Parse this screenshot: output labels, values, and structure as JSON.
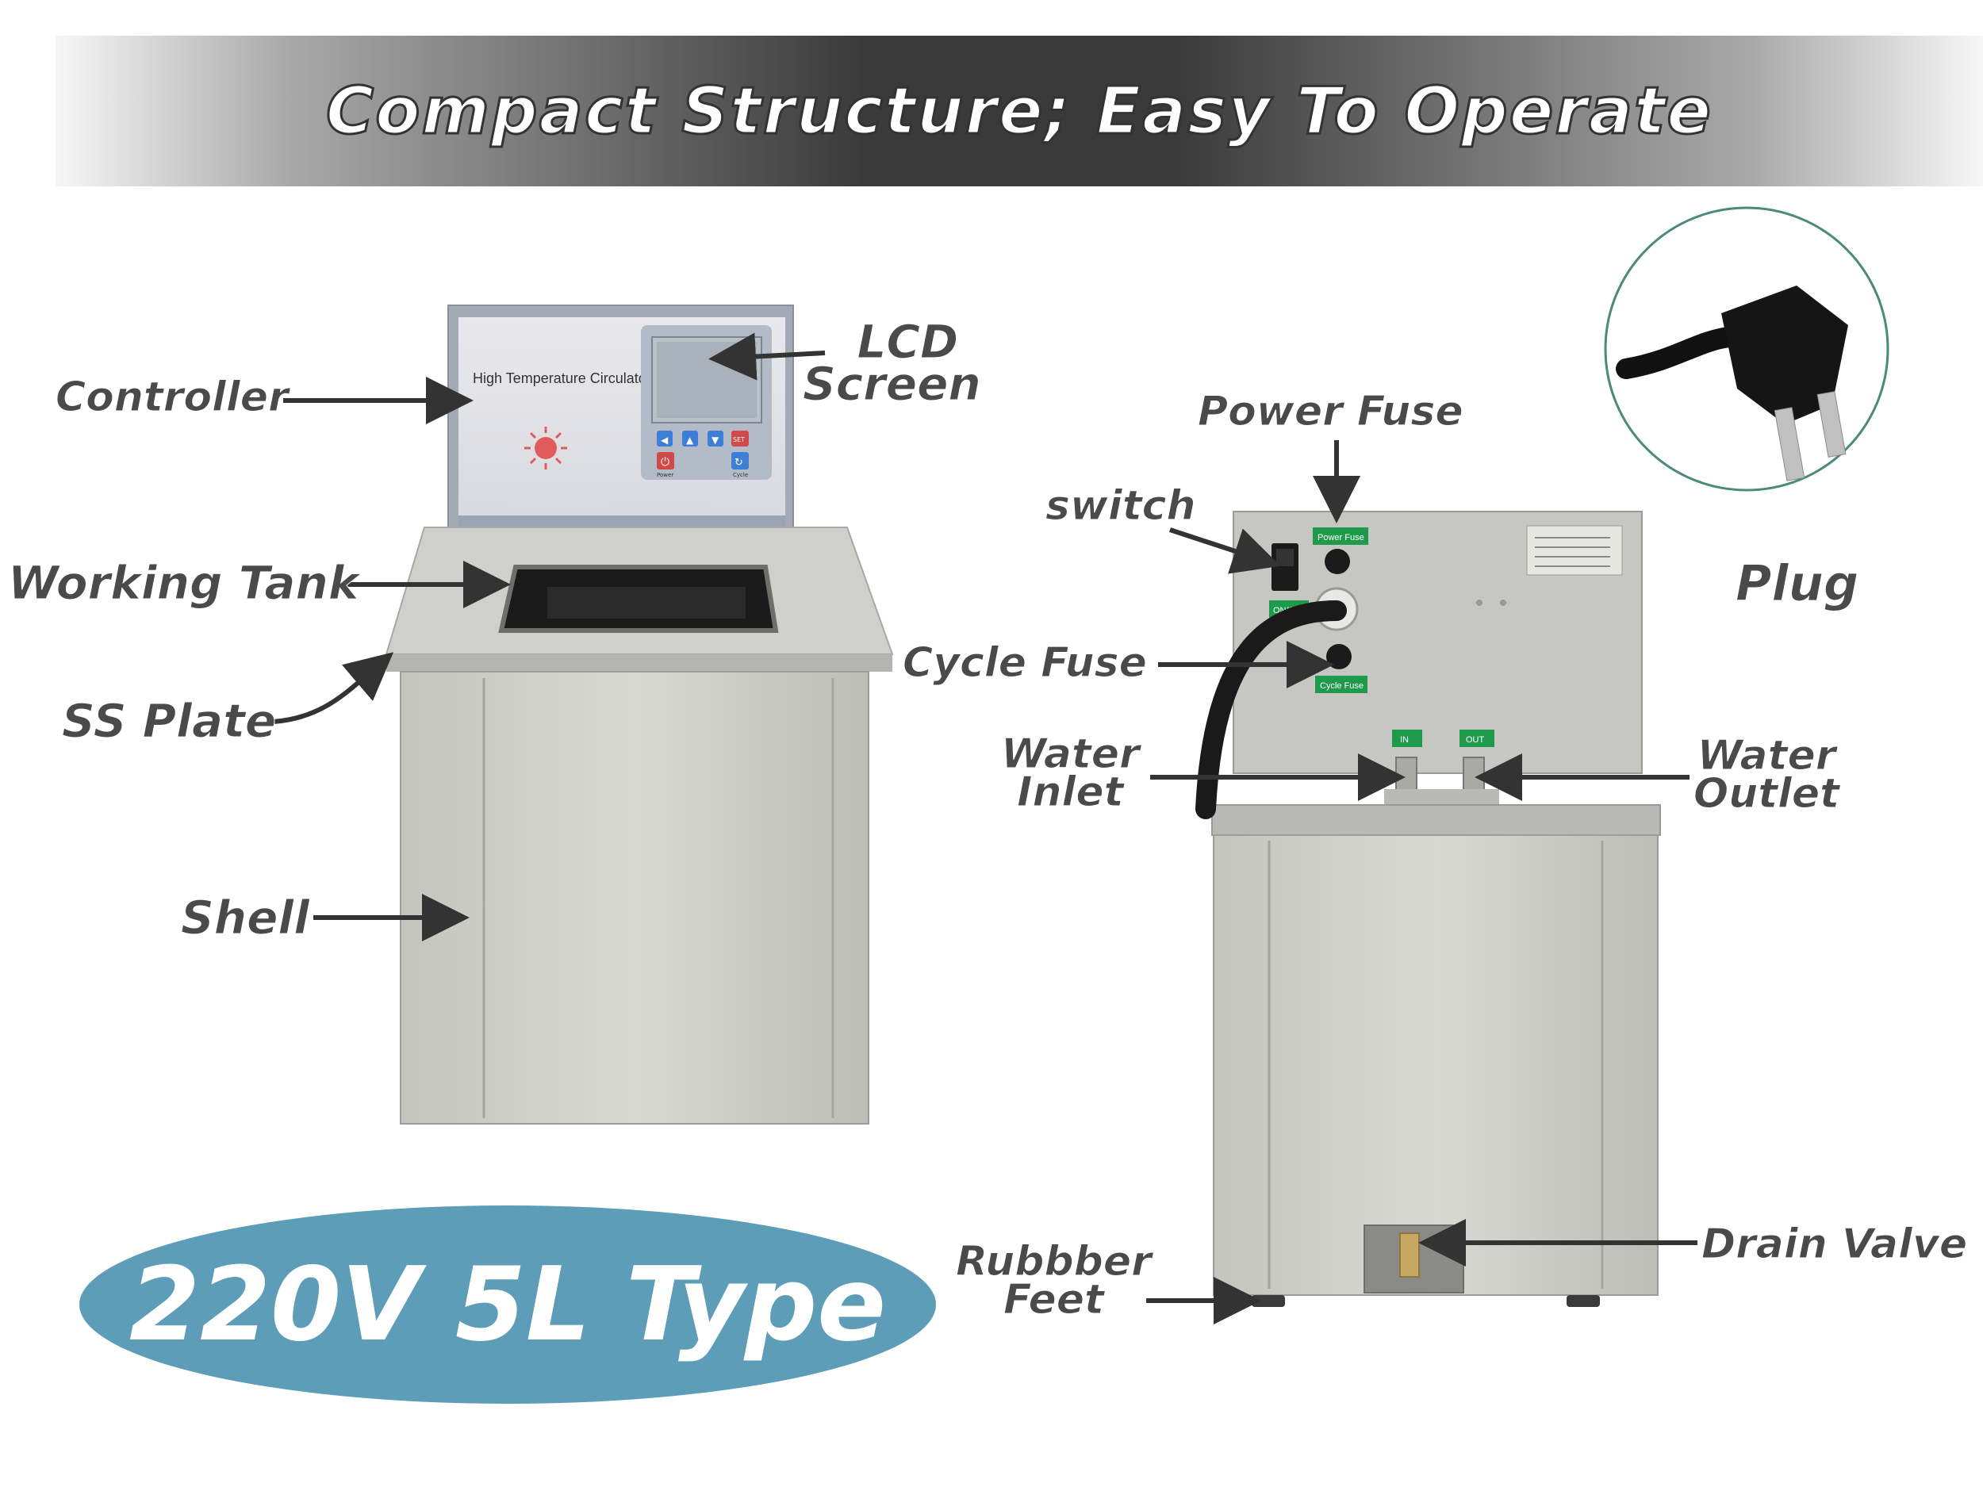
{
  "banner": {
    "title": "Compact Structure; Easy To Operate"
  },
  "front_unit": {
    "panel_text": "High Temperature Circulator",
    "buttons": [
      "◀",
      "▲",
      "▼",
      "SET"
    ],
    "power_caption": "Power",
    "cycle_caption": "Cycle",
    "callouts": {
      "controller": "Controller",
      "lcd_screen": "LCD\nScreen",
      "working_tank": "Working Tank",
      "ss_plate": "SS Plate",
      "shell": "Shell"
    }
  },
  "back_unit": {
    "tags": {
      "power_fuse": "Power Fuse",
      "on_off": "ON/OFF",
      "cycle_fuse": "Cycle Fuse",
      "in": "IN",
      "out": "OUT"
    },
    "callouts": {
      "power_fuse": "Power Fuse",
      "switch": "switch",
      "cycle_fuse": "Cycle Fuse",
      "water_inlet": "Water\nInlet",
      "water_outlet": "Water\nOutlet",
      "rubber_feet": "Rubbber\nFeet",
      "drain_valve": "Drain Valve"
    }
  },
  "plug": {
    "label": "Plug"
  },
  "badge": {
    "text": "220V 5L Type"
  },
  "colors": {
    "label_text": "#4a4a4a",
    "badge_fill": "#5d9db8",
    "plug_circle": "#4a8a7a",
    "steel": "#c9c9c3",
    "panel": "#9aa4b2"
  }
}
